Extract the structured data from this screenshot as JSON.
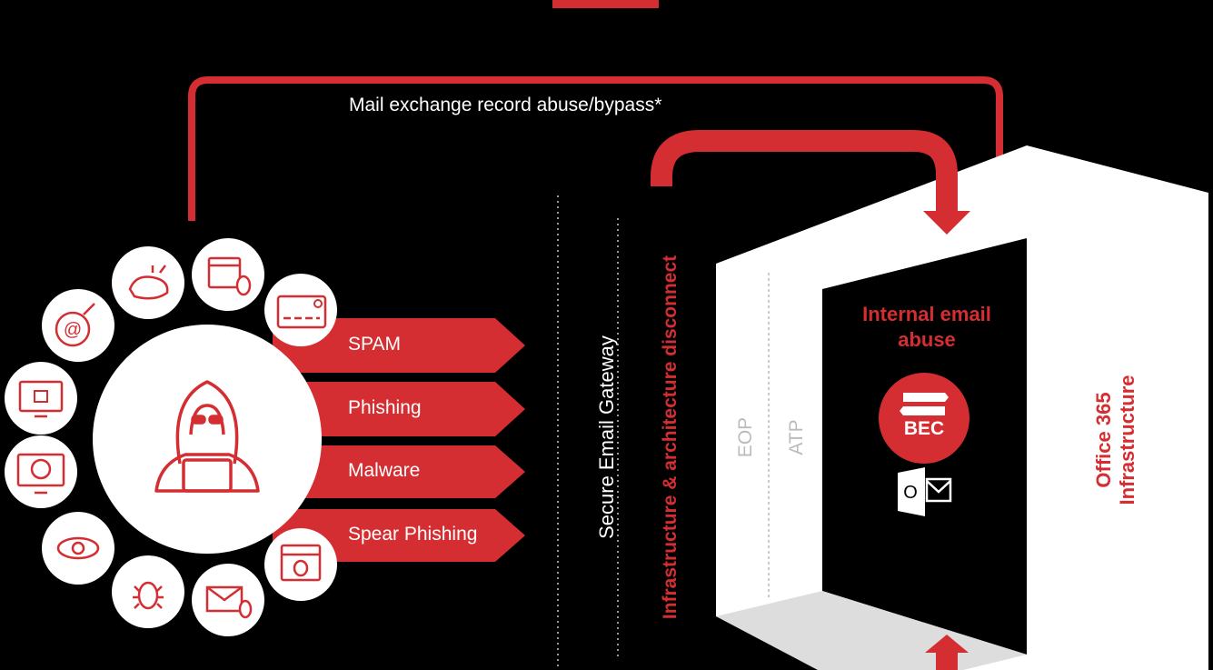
{
  "labels": {
    "mx_abuse": "Mail exchange record abuse/bypass*",
    "secure_gateway": "Secure Email Gateway",
    "infra_disconnect": "Infrastructure & architecture disconnect",
    "eop": "EOP",
    "atp": "ATP",
    "internal_abuse": "Internal email abuse",
    "bec": "BEC",
    "office365": "Office 365 Infrastructure"
  },
  "threats": [
    "SPAM",
    "Phishing",
    "Malware",
    "Spear Phishing"
  ],
  "icons": [
    "whale-phishing-icon",
    "browser-bug-icon",
    "card-bug-icon",
    "email-bomb-icon",
    "monitor-ransomware-icon",
    "monitor-lock-icon",
    "eye-surveillance-icon",
    "bug-icon",
    "email-bug-icon",
    "browser-spider-icon",
    "hacker-icon",
    "outlook-icon"
  ],
  "colors": {
    "accent": "#d42e32",
    "background": "#000000",
    "white": "#ffffff"
  }
}
